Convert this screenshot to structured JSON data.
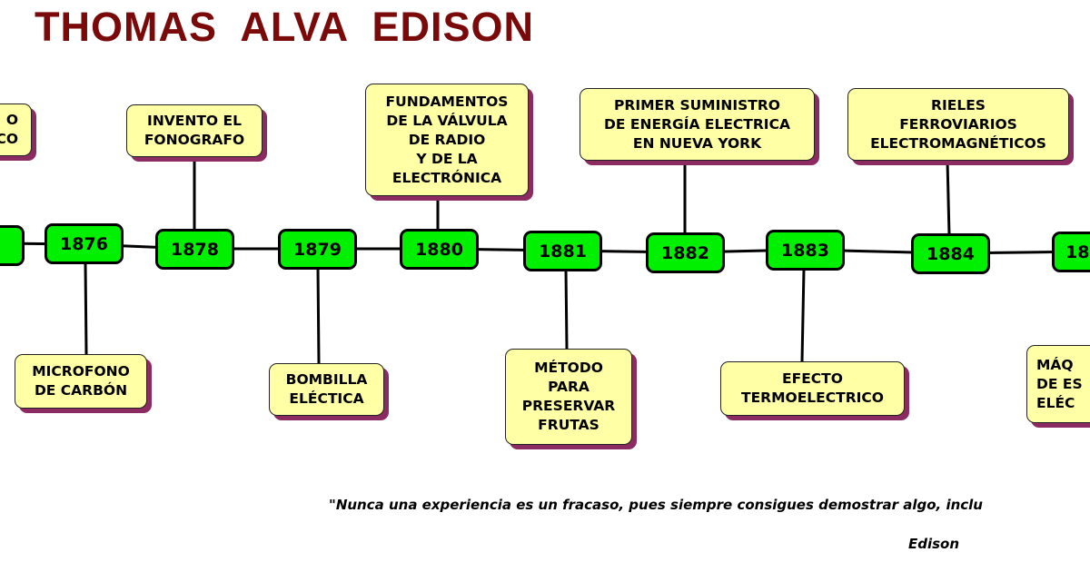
{
  "title": "THOMAS  ALVA  EDISON",
  "colors": {
    "year_box": "#00f000",
    "event_box": "#ffffa6",
    "shadow": "#8b2b62",
    "title": "#7a0a0a"
  },
  "years": [
    "",
    "1876",
    "1878",
    "1879",
    "1880",
    "1881",
    "1882",
    "1883",
    "1884",
    "18"
  ],
  "events_top": [
    {
      "lines": [
        "O",
        "CO"
      ]
    },
    {
      "lines": [
        "INVENTO EL",
        "FONOGRAFO"
      ]
    },
    {
      "lines": [
        "FUNDAMENTOS",
        "DE LA VÁLVULA",
        "DE RADIO",
        "Y DE LA",
        "ELECTRÓNICA"
      ]
    },
    {
      "lines": [
        "PRIMER SUMINISTRO",
        "DE ENERGÍA ELECTRICA",
        "EN NUEVA YORK"
      ]
    },
    {
      "lines": [
        "RIELES",
        "FERROVIARIOS",
        "ELECTROMAGNÉTICOS"
      ]
    }
  ],
  "events_bottom": [
    {
      "lines": [
        "MICROFONO",
        "DE CARBÓN"
      ]
    },
    {
      "lines": [
        "BOMBILLA",
        "ELÉCTICA"
      ]
    },
    {
      "lines": [
        "MÉTODO",
        "PARA",
        "PRESERVAR",
        "FRUTAS"
      ]
    },
    {
      "lines": [
        "EFECTO",
        "TERMOELECTRICO"
      ]
    },
    {
      "lines": [
        "MÁQ",
        "DE ES",
        "ELÉC"
      ]
    }
  ],
  "quote": "\"Nunca una experiencia es un fracaso, pues siempre consigues demostrar algo, inclu",
  "author": "Edison"
}
